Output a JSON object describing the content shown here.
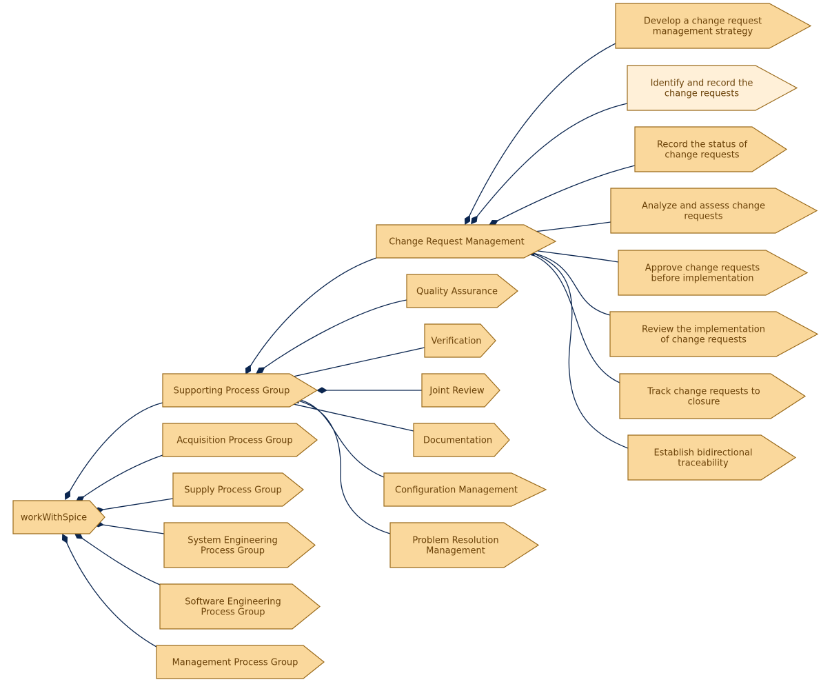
{
  "colors": {
    "node_fill": "#fad89c",
    "node_fill_highlight": "#fff0d8",
    "node_stroke": "#9a6a1a",
    "edge": "#0b2650",
    "label": "#6b4208"
  },
  "nodes": {
    "root": {
      "lines": [
        "workWithSpice"
      ]
    },
    "acq": {
      "lines": [
        "Acquisition Process Group"
      ]
    },
    "supply": {
      "lines": [
        "Supply Process Group"
      ]
    },
    "syseng": {
      "lines": [
        "System Engineering",
        "Process Group"
      ]
    },
    "sweng": {
      "lines": [
        "Software Engineering",
        "Process Group"
      ]
    },
    "mgmt": {
      "lines": [
        "Management Process Group"
      ]
    },
    "support": {
      "lines": [
        "Supporting Process Group"
      ]
    },
    "crm": {
      "lines": [
        "Change Request Management"
      ]
    },
    "qa": {
      "lines": [
        "Quality Assurance"
      ]
    },
    "verif": {
      "lines": [
        "Verification"
      ]
    },
    "joint": {
      "lines": [
        "Joint Review"
      ]
    },
    "doc": {
      "lines": [
        "Documentation"
      ]
    },
    "config": {
      "lines": [
        "Configuration Management"
      ]
    },
    "problem": {
      "lines": [
        "Problem Resolution",
        "Management"
      ]
    },
    "crm1": {
      "lines": [
        "Develop a change request",
        "management strategy"
      ]
    },
    "crm2": {
      "lines": [
        "Identify and record the",
        "change requests"
      ],
      "highlight": true
    },
    "crm3": {
      "lines": [
        "Record the status of",
        "change requests"
      ]
    },
    "crm4": {
      "lines": [
        "Analyze and assess change",
        "requests"
      ]
    },
    "crm5": {
      "lines": [
        "Approve change requests",
        "before implementation"
      ]
    },
    "crm6": {
      "lines": [
        "Review the implementation",
        "of change requests"
      ]
    },
    "crm7": {
      "lines": [
        "Track change requests to",
        "closure"
      ]
    },
    "crm8": {
      "lines": [
        "Establish bidirectional",
        "traceability"
      ]
    }
  },
  "edges": [
    [
      "root",
      "support"
    ],
    [
      "root",
      "acq"
    ],
    [
      "root",
      "supply"
    ],
    [
      "root",
      "syseng"
    ],
    [
      "root",
      "sweng"
    ],
    [
      "root",
      "mgmt"
    ],
    [
      "support",
      "crm"
    ],
    [
      "support",
      "qa"
    ],
    [
      "support",
      "verif"
    ],
    [
      "support",
      "joint"
    ],
    [
      "support",
      "doc"
    ],
    [
      "support",
      "config"
    ],
    [
      "support",
      "problem"
    ],
    [
      "crm",
      "crm1"
    ],
    [
      "crm",
      "crm2"
    ],
    [
      "crm",
      "crm3"
    ],
    [
      "crm",
      "crm4"
    ],
    [
      "crm",
      "crm5"
    ],
    [
      "crm",
      "crm6"
    ],
    [
      "crm",
      "crm7"
    ],
    [
      "crm",
      "crm8"
    ]
  ]
}
